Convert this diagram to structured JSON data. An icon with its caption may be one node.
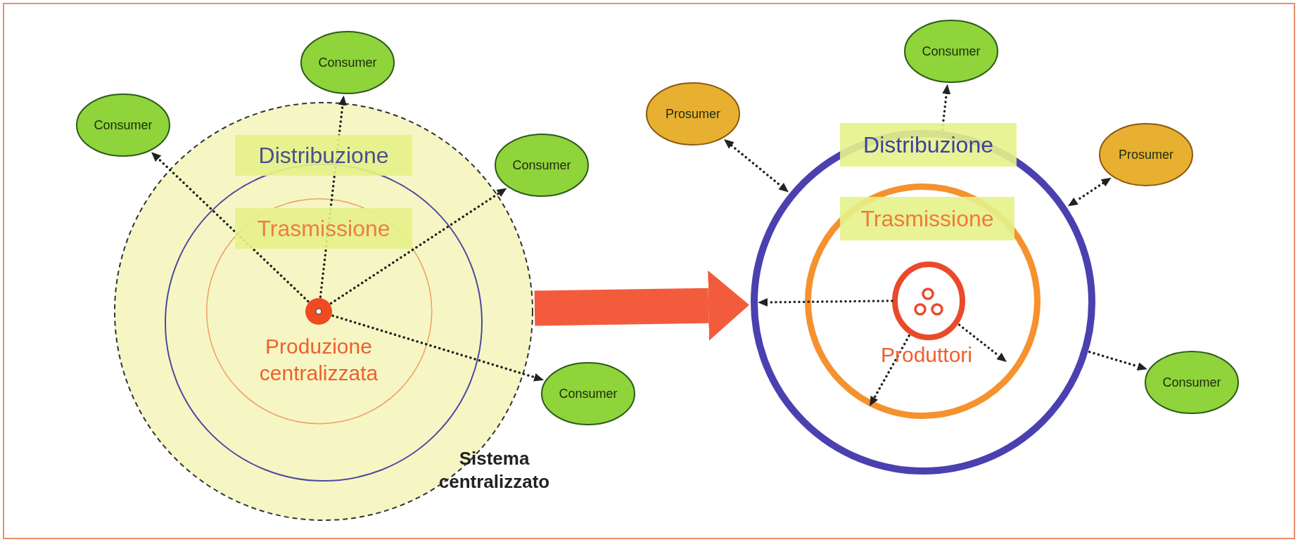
{
  "diagram": {
    "nodes": [
      {
        "text": [
          "Sistema centralizzato"
        ]
      },
      {
        "text": [
          "Distribuzione"
        ],
        "in": 0
      },
      {
        "text": [
          "Trasmissione"
        ],
        "in": 1
      },
      {
        "text": [
          "Produzione centralizzata"
        ],
        "in": 2
      },
      {
        "text": [
          "Consumer"
        ]
      },
      {
        "text": [
          "Consumer"
        ]
      },
      {
        "text": [
          "Consumer"
        ]
      },
      {
        "text": [
          "Consumer"
        ]
      },
      {
        "text": [
          "Distribuzione"
        ]
      },
      {
        "text": [
          "Trasmissione"
        ],
        "in": 8
      },
      {
        "text": [
          "Produttori"
        ],
        "in": 9
      },
      {
        "text": [
          "Consumer"
        ]
      },
      {
        "text": [
          "Prosumer"
        ]
      },
      {
        "text": [
          "Prosumer"
        ]
      },
      {
        "text": [
          "Consumer"
        ]
      }
    ],
    "edges": [
      {
        "from": 3,
        "to": 4,
        "arrow": "to",
        "style": "dashed"
      },
      {
        "from": 3,
        "to": 5,
        "arrow": "to",
        "style": "dashed"
      },
      {
        "from": 3,
        "to": 6,
        "arrow": "to",
        "style": "dashed"
      },
      {
        "from": 3,
        "to": 7,
        "arrow": "to",
        "style": "dashed"
      },
      {
        "from": 0,
        "to": 8,
        "arrow": "to",
        "style": "thick",
        "color": "#f25c3c"
      },
      {
        "from": 8,
        "to": 11,
        "arrow": "to",
        "style": "dashed"
      },
      {
        "from": 12,
        "to": 8,
        "arrow": "both",
        "style": "dashed"
      },
      {
        "from": 13,
        "to": 8,
        "arrow": "both",
        "style": "dashed"
      },
      {
        "from": 8,
        "to": 14,
        "arrow": "to",
        "style": "dashed"
      },
      {
        "from": 10,
        "to": 8,
        "arrow": "to",
        "style": "dashed"
      },
      {
        "from": 10,
        "to": null,
        "arrow": "to",
        "style": "dashed"
      },
      {
        "from": 10,
        "to": null,
        "arrow": "to",
        "style": "dashed"
      }
    ]
  }
}
